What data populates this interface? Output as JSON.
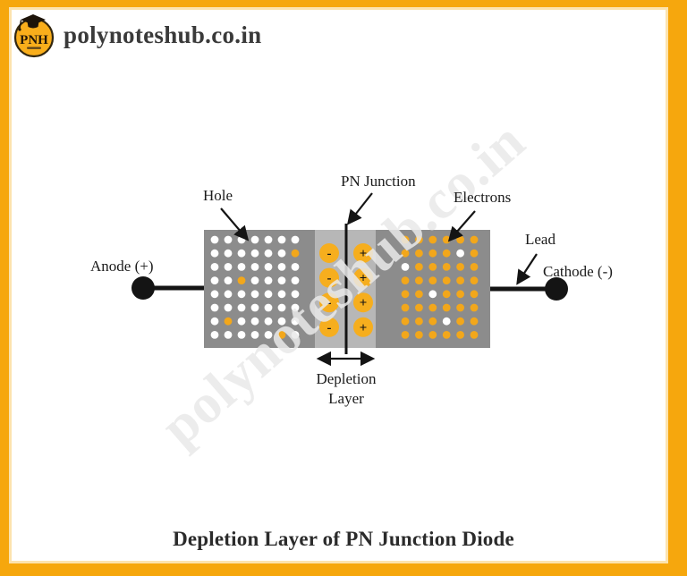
{
  "header": {
    "logo_text": "PNH",
    "brand": "polynoteshub.co.in"
  },
  "watermark": {
    "text": "polynoteshub.co.in"
  },
  "labels": {
    "hole": "Hole",
    "pn_junction": "PN Junction",
    "electrons": "Electrons",
    "lead": "Lead",
    "anode": "Anode (+)",
    "cathode": "Cathode (-)",
    "depletion_line1": "Depletion",
    "depletion_line2": "Layer"
  },
  "caption": "Depletion Layer of PN Junction Diode",
  "colors": {
    "frame": "#F6A70D",
    "frame_inner_edge": "#FCE3AE",
    "block": "#8C8C8C",
    "depletion_band": "#B7B7B7",
    "dot_white": "#FFFFFF",
    "dot_orange": "#F2A71B",
    "ion_fill": "#F6AE1E",
    "ink": "#141414",
    "watermark_gray": "#E9E9E9",
    "logo_yellow": "#F9AE1B"
  },
  "diagram": {
    "p_region": {
      "rows": 8,
      "cols": 7,
      "base_dot": "white",
      "accent_dot": "orange",
      "accent_positions": [
        [
          1,
          6
        ],
        [
          3,
          2
        ],
        [
          6,
          1
        ],
        [
          7,
          5
        ]
      ]
    },
    "n_region": {
      "rows": 8,
      "cols": 6,
      "base_dot": "orange",
      "accent_dot": "white",
      "accent_positions": [
        [
          1,
          4
        ],
        [
          2,
          0
        ],
        [
          4,
          2
        ],
        [
          6,
          3
        ]
      ]
    },
    "depletion_ions": {
      "rows": 4,
      "negative_symbol": "-",
      "positive_symbol": "+"
    }
  }
}
